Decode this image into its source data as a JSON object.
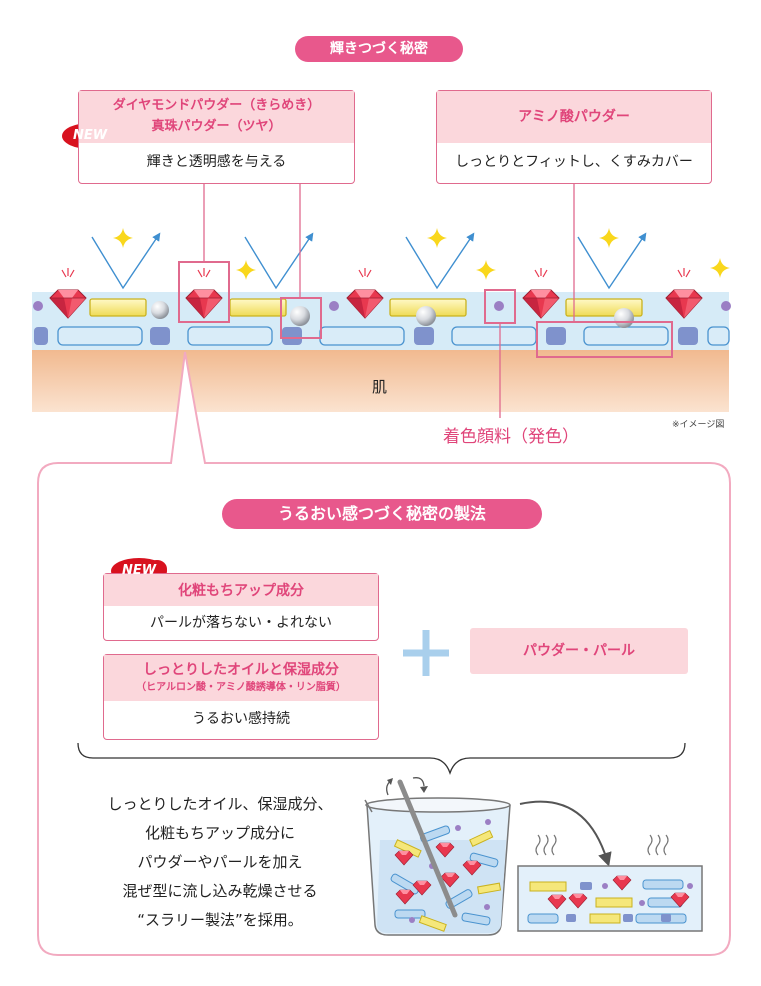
{
  "top_title": "輝きつづく秘密",
  "box_diamond": {
    "header_line1": "ダイヤモンドパウダー（きらめき）",
    "header_line2": "真珠パウダー（ツヤ）",
    "body": "輝きと透明感を与える",
    "new_badge": "NEW"
  },
  "box_amino": {
    "header": "アミノ酸パウダー",
    "body": "しっとりとフィットし、くすみカバー"
  },
  "skin_label": "肌",
  "pigment_label": "着色顔料（発色）",
  "image_note": "※イメージ図",
  "section_title": "うるおい感つづく秘密の製法",
  "box_makeup": {
    "new_badge": "NEW",
    "header": "化粧もちアップ成分",
    "body": "パールが落ちない・よれない"
  },
  "box_oil": {
    "header": "しっとりしたオイルと保湿成分",
    "subheader": "（ヒアルロン酸・アミノ酸誘導体・リン脂質）",
    "body": "うるおい感持続"
  },
  "plus_sign": "+",
  "powder_pearl": "パウダー・パール",
  "description": [
    "しっとりしたオイル、保湿成分、",
    "化粧もちアップ成分に",
    "パウダーやパールを加え",
    "混ぜ型に流し込み乾燥させる",
    "“スラリー製法”を採用。"
  ],
  "colors": {
    "accent_pink": "#e8588c",
    "header_pink": "#fbd7dc",
    "skin": "#f6c9a6",
    "layer_blue": "#d6ebf7",
    "gold": "#f5e77a",
    "ruby": "#e8384f"
  }
}
